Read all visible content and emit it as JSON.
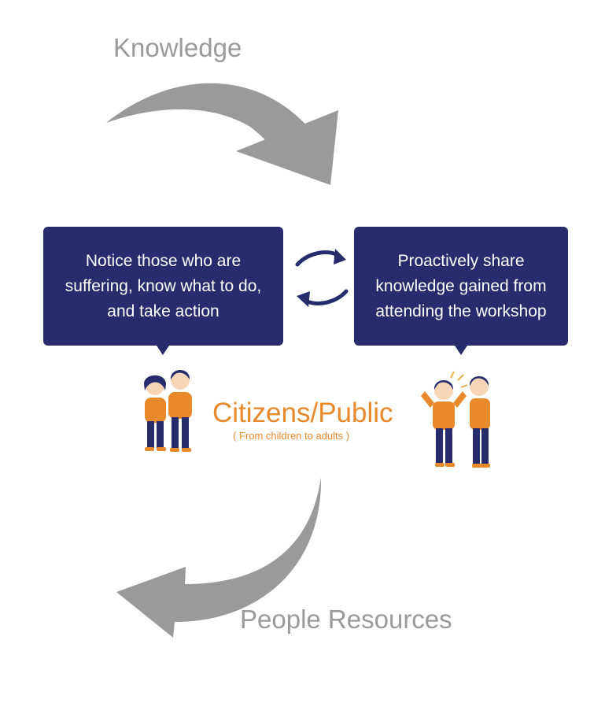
{
  "cycle": {
    "top_label": "Knowledge",
    "bottom_label": "People Resources"
  },
  "bubbles": {
    "left": {
      "lines": [
        "Notice those who are",
        "suffering, know what to do,",
        "and take action"
      ]
    },
    "right": {
      "lines": [
        "Proactively share",
        "knowledge gained from",
        "attending the workshop"
      ]
    }
  },
  "center": {
    "title": "Citizens/Public",
    "subtitle": "( From children to adults )"
  },
  "colors": {
    "navy": "#262c6c",
    "orange": "#e8892b",
    "gray_arrow": "#9a9a9a",
    "label_gray": "#9a9a9a"
  },
  "icons": {
    "top_arrow": "curved-arrow-right-down-icon",
    "bottom_arrow": "curved-arrow-left-down-icon",
    "swap_arrows": "circular-swap-icon",
    "people_left": "two-people-comforting-icon",
    "people_right": "two-people-cheering-icon"
  }
}
